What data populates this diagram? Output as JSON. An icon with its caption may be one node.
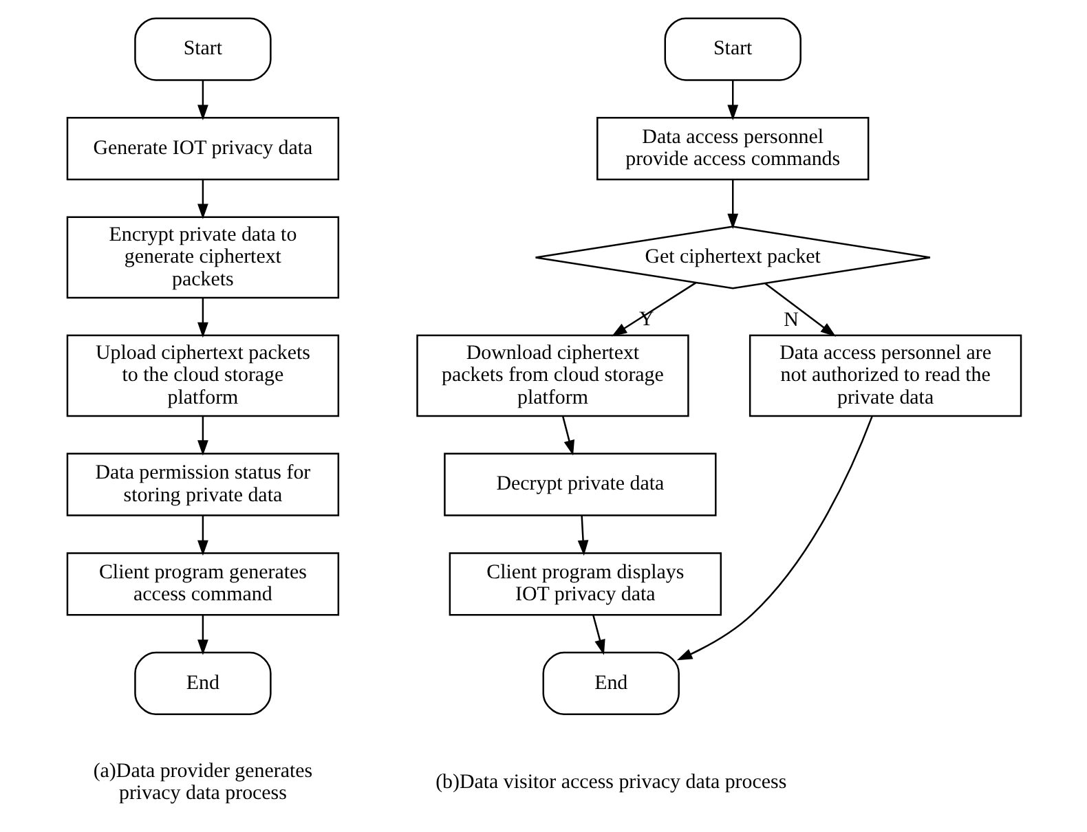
{
  "diagram": {
    "nodes": [
      {
        "text": [
          "Start"
        ]
      },
      {
        "text": [
          "Generate IOT privacy data"
        ]
      },
      {
        "text": [
          "Encrypt private data to generate ciphertext packets"
        ]
      },
      {
        "text": [
          "Upload ciphertext packets to the cloud storage platform"
        ]
      },
      {
        "text": [
          "Data permission status for storing private data"
        ]
      },
      {
        "text": [
          "Client program generates access command"
        ]
      },
      {
        "text": [
          "End"
        ]
      },
      {
        "text": [
          "Start"
        ]
      },
      {
        "text": [
          "Data access personnel provide access commands"
        ]
      },
      {
        "text": [
          "Get ciphertext packet"
        ]
      },
      {
        "text": [
          "Download ciphertext packets from cloud storage platform"
        ]
      },
      {
        "text": [
          "Decrypt private data"
        ]
      },
      {
        "text": [
          "Client program displays IOT privacy data"
        ]
      },
      {
        "text": [
          "End"
        ]
      },
      {
        "text": [
          "Data access personnel are not authorized to read the private data"
        ]
      }
    ],
    "edges": [
      {
        "from": 0,
        "to": 1,
        "arrow": "to"
      },
      {
        "from": 1,
        "to": 2,
        "arrow": "to"
      },
      {
        "from": 2,
        "to": 3,
        "arrow": "to"
      },
      {
        "from": 3,
        "to": 4,
        "arrow": "to"
      },
      {
        "from": 4,
        "to": 5,
        "arrow": "to"
      },
      {
        "from": 5,
        "to": 6,
        "arrow": "to"
      },
      {
        "from": 7,
        "to": 8,
        "arrow": "to"
      },
      {
        "from": 8,
        "to": 9,
        "arrow": "to"
      },
      {
        "from": 9,
        "to": 10,
        "arrow": "to",
        "label": "Y"
      },
      {
        "from": 9,
        "to": 14,
        "arrow": "to",
        "label": "N"
      },
      {
        "from": 10,
        "to": 11,
        "arrow": "to"
      },
      {
        "from": 11,
        "to": 12,
        "arrow": "to"
      },
      {
        "from": 12,
        "to": 13,
        "arrow": "to"
      },
      {
        "from": 14,
        "to": 13,
        "arrow": "to"
      }
    ],
    "labels": [
      "(a)Data provider generates privacy data process",
      "(b)Data visitor access privacy data process"
    ]
  }
}
